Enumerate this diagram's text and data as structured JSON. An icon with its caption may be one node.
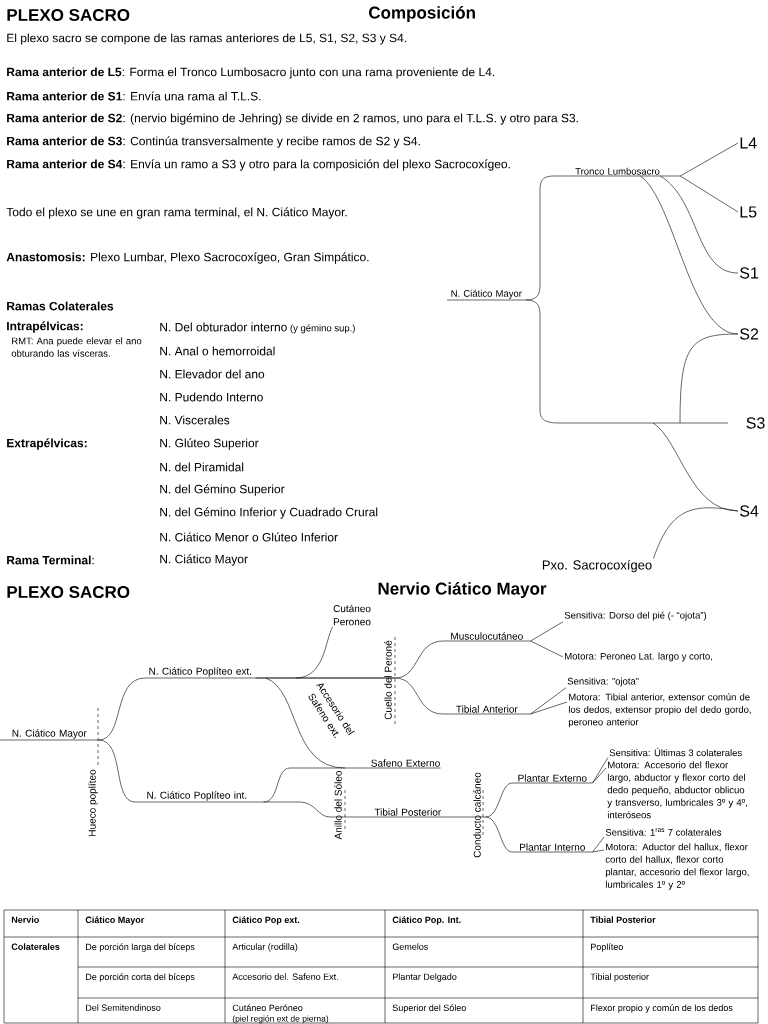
{
  "diagram": {
    "title": "PLEXO SACRO",
    "nodes": [
      {
        "text": [
          "Tronco Lumbosacro"
        ]
      },
      {
        "text": [
          "L4"
        ]
      },
      {
        "text": [
          "L5"
        ]
      },
      {
        "text": [
          "S1"
        ]
      },
      {
        "text": [
          "S2"
        ]
      },
      {
        "text": [
          "S3"
        ]
      },
      {
        "text": [
          "S4"
        ]
      },
      {
        "text": [
          "N. Ciático Mayor"
        ]
      },
      {
        "text": [
          "Pxo. Sacrocoxígeo"
        ]
      },
      {
        "text": [
          "N. Ciático Mayor"
        ]
      },
      {
        "text": [
          "N. Ciático Poplíteo ext."
        ]
      },
      {
        "text": [
          "N. Ciático Poplíteo int."
        ]
      },
      {
        "text": [
          "Cutáneo Peroneo"
        ]
      },
      {
        "text": [
          "Musculocutáneo"
        ]
      },
      {
        "text": [
          "Tibial Anterior"
        ]
      },
      {
        "text": [
          "Sensitiva: Dorso del pié (- “ojota”)"
        ]
      },
      {
        "text": [
          "Motora: Peroneo Lat. largo y corto,"
        ]
      },
      {
        "text": [
          "Sensitiva: ”ojota”"
        ]
      },
      {
        "text": [
          "Motora: Tibial anterior, extensor común de los dedos, extensor propio del dedo gordo, peroneo anterior"
        ]
      },
      {
        "text": [
          "Safeno Externo"
        ]
      },
      {
        "text": [
          "Tibial Posterior"
        ]
      },
      {
        "text": [
          "Plantar Externo"
        ]
      },
      {
        "text": [
          "Plantar Interno"
        ]
      },
      {
        "text": [
          "Sensitiva: Últimas 3 colaterales"
        ]
      },
      {
        "text": [
          "Motora: Accesorio del flexor largo, abductor y flexor corto del dedo pequeño, abductor oblicuo y transverso, lumbricales 3º y 4º, interóseos"
        ]
      },
      {
        "text": [
          "Sensitiva: 1$^{ras}$ 7 colaterales"
        ]
      },
      {
        "text": [
          "Motora: Aductor del hallux, flexor corto del hallux, flexor corto plantar, accesorio del flexor largo, lumbricales 1º y 2º"
        ]
      }
    ],
    "edges": [
      {
        "from": 0,
        "to": 1,
        "arrow": "none"
      },
      {
        "from": 0,
        "to": 2,
        "arrow": "none"
      },
      {
        "from": 0,
        "to": 3,
        "arrow": "none"
      },
      {
        "from": 0,
        "to": 4,
        "arrow": "none"
      },
      {
        "from": 4,
        "to": 5,
        "arrow": "none"
      },
      {
        "from": 5,
        "to": 6,
        "arrow": "none"
      },
      {
        "from": 6,
        "to": 8,
        "arrow": "none"
      },
      {
        "from": 7,
        "to": 0,
        "arrow": "none"
      },
      {
        "from": 7,
        "to": 5,
        "arrow": "none"
      },
      {
        "from": 9,
        "to": 10,
        "arrow": "none"
      },
      {
        "from": 9,
        "to": 11,
        "arrow": "none"
      },
      {
        "from": 10,
        "to": 12,
        "arrow": "none"
      },
      {
        "from": 10,
        "to": 13,
        "arrow": "none"
      },
      {
        "from": 10,
        "to": 14,
        "arrow": "none"
      },
      {
        "from": 10,
        "to": 19,
        "arrow": "none",
        "label": "Accesorio del Safeno ext."
      },
      {
        "from": 11,
        "to": 19,
        "arrow": "none"
      },
      {
        "from": 11,
        "to": 20,
        "arrow": "none"
      },
      {
        "from": 13,
        "to": 15,
        "arrow": "none"
      },
      {
        "from": 13,
        "to": 16,
        "arrow": "none"
      },
      {
        "from": 14,
        "to": 17,
        "arrow": "none"
      },
      {
        "from": 14,
        "to": 18,
        "arrow": "none"
      },
      {
        "from": 20,
        "to": 21,
        "arrow": "none"
      },
      {
        "from": 20,
        "to": 22,
        "arrow": "none"
      },
      {
        "from": 21,
        "to": 23,
        "arrow": "none"
      },
      {
        "from": 21,
        "to": 24,
        "arrow": "none"
      },
      {
        "from": 22,
        "to": 25,
        "arrow": "none"
      },
      {
        "from": 22,
        "to": 26,
        "arrow": "none"
      }
    ],
    "labels": [
      "Composición",
      "El plexo sacro se compone de las ramas anteriores de L5, S1, S2, S3 y S4.",
      "**Rama anterior de L5**: Forma el Tronco Lumbosacro junto con una rama proveniente de L4.",
      "**Rama anterior de S1**: Envía una rama al T.L.S.",
      "**Rama anterior de S2**: (nervio bigémino de Jehring) se divide en 2 ramos, uno para el T.L.S. y otro para S3.",
      "**Rama anterior de S3**: Continúa transversalmente y recibe ramos de S2 y S4.",
      "**Rama anterior de S4**: Envía un ramo a S3 y otro para la composición del plexo Sacrocoxígeo.",
      "Todo el plexo se une en gran rama terminal, el N. Ciático Mayor.",
      "**Anastomosis:** Plexo Lumbar, Plexo Sacrocoxígeo, Gran Simpático.",
      "Ramas Colaterales",
      "Intrapélvicas:",
      "N. Del obturador interno",
      "(y gémino sup.)",
      "RMT: Ana puede elevar el ano obturando las vísceras.",
      "N. Anal o hemorroidal",
      "N. Elevador del ano",
      "N. Pudendo Interno",
      "N. Viscerales",
      "Extrapélvicas:",
      "N. Glúteo Superior",
      "N. del Piramidal",
      "N. del Gémino Superior",
      "N. del Gémino Inferior y Cuadrado Crural",
      "N. Ciático Menor o Glúteo Inferior",
      "**Rama Terminal**:",
      "N. Ciático Mayor",
      "PLEXO SACRO",
      "Nervio Ciático Mayor",
      "Cuello del Peroné",
      "Hueco poplíteo",
      "Anillo del Sóleo",
      "Conducto calcáneo",
      "Nervio",
      "Ciático Mayor",
      "Ciático Pop ext.",
      "Ciático Pop. Int.",
      "Tibial Posterior",
      "Colaterales",
      "De porción larga del bíceps",
      "Articular (rodilla)",
      "Gemelos",
      "Poplíteo",
      "De porción corta del bíceps",
      "Accesorio del. Safeno Ext.",
      "Plantar Delgado",
      "Tibial posterior",
      "Del Semitendinoso",
      "Cutáneo Peróneo",
      "(piel región ext de pierna)",
      "Superior del Sóleo",
      "Flexor propio y común de los dedos"
    ]
  }
}
